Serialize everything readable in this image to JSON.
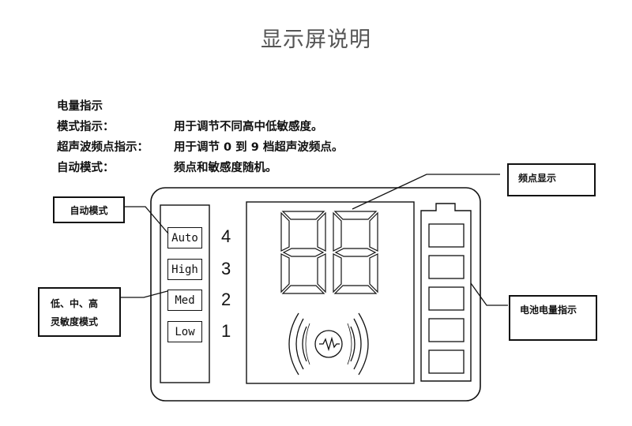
{
  "title": "显示屏说明",
  "description": [
    {
      "key": "电量指示",
      "value": ""
    },
    {
      "key": "模式指示：",
      "value": "用于调节不同高中低敏感度。"
    },
    {
      "key": "超声波频点指示：",
      "value": "用于调节 0 到 9 档超声波频点。"
    },
    {
      "key": "自动模式：",
      "value": "频点和敏感度随机。"
    }
  ],
  "callouts": {
    "auto_mode": "自动模式",
    "sensitivity_line1": "低、中、高",
    "sensitivity_line2": "灵敏度模式",
    "frequency_display": "频点显示",
    "battery_indicator": "电池电量指示"
  },
  "modes": [
    {
      "label": "Auto",
      "number": "4"
    },
    {
      "label": "High",
      "number": "3"
    },
    {
      "label": "Med",
      "number": "2"
    },
    {
      "label": "Low",
      "number": "1"
    }
  ],
  "battery": {
    "segments": 5
  },
  "display": {
    "digits": 2
  }
}
